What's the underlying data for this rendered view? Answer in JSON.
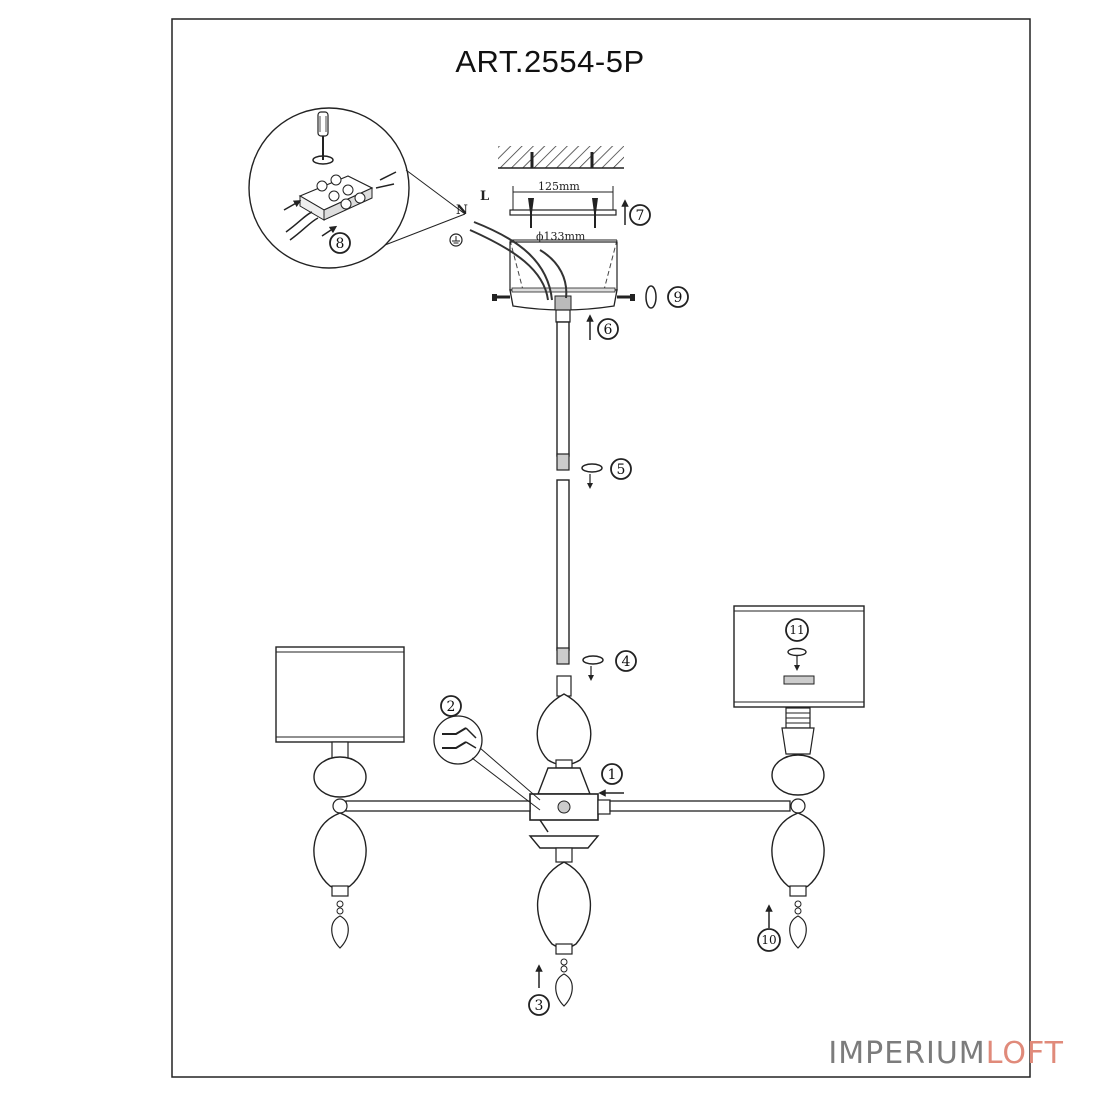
{
  "title": "ART.2554-5P",
  "brand": {
    "part1": "IMPERIUM",
    "part2": "LOFT",
    "color1": "#7c7c7c",
    "color2": "#e08a7a"
  },
  "dimensions": {
    "bracket_spacing": "125mm",
    "canopy_diameter": "ϕ133mm"
  },
  "wires": {
    "neutral": "N",
    "live": "L"
  },
  "steps": [
    "1",
    "2",
    "3",
    "4",
    "5",
    "6",
    "7",
    "8",
    "9",
    "10",
    "11"
  ],
  "icons": [
    "screwdriver-icon",
    "rotate-icon",
    "earth-ground-icon",
    "arrow-up-icon",
    "arrow-left-icon"
  ]
}
